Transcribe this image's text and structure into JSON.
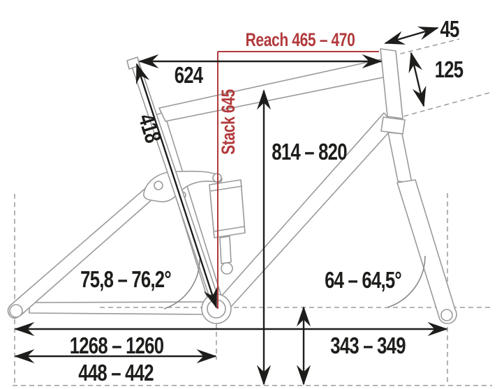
{
  "diagram": {
    "title": "bike-frame-geometry-drawing",
    "colors": {
      "accent_red": "#b13a3c",
      "dimension_black": "#1d1d1b",
      "frame_gray": "#9a9a9a",
      "reference_gray": "#9b9b9b"
    },
    "labels": {
      "reach": "Reach 465 – 470",
      "stack": "Stack 645",
      "top_tube_length": "624",
      "seat_tube_length": "418",
      "fork_offset": "45",
      "head_tube_length": "125",
      "front_height": "814 – 820",
      "seat_tube_angle": "75,8 – 76,2°",
      "head_tube_angle": "64 – 64,5°",
      "wheelbase": "1268 – 1260",
      "chainstay_length": "448 – 442",
      "bb_height": "343 – 349"
    }
  }
}
